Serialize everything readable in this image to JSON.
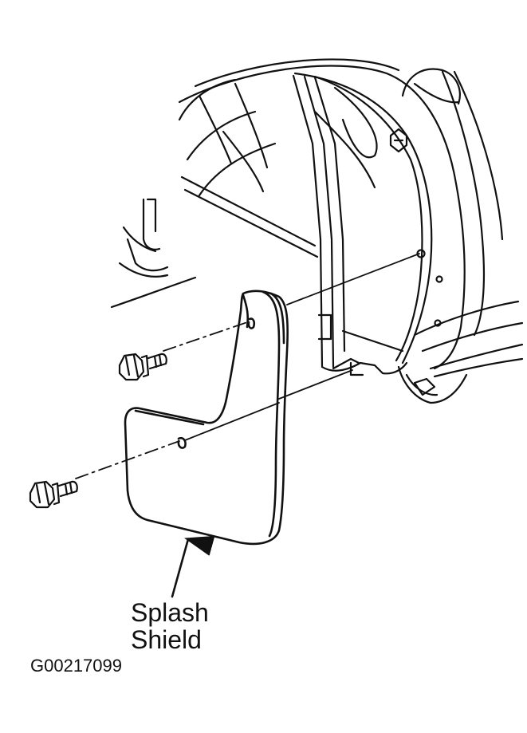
{
  "figure": {
    "callout": {
      "line1": "Splash",
      "line2": "Shield"
    },
    "figure_code": "G00217099"
  },
  "parts": [
    {
      "name": "splash-shield",
      "icon": "mud-flap-shape"
    },
    {
      "name": "upper-bolt",
      "icon": "hex-bolt-icon"
    },
    {
      "name": "lower-bolt",
      "icon": "hex-bolt-icon"
    },
    {
      "name": "wheel-well",
      "icon": "fender-liner-shape"
    }
  ],
  "colors": {
    "line": "#111111",
    "background": "#ffffff"
  }
}
